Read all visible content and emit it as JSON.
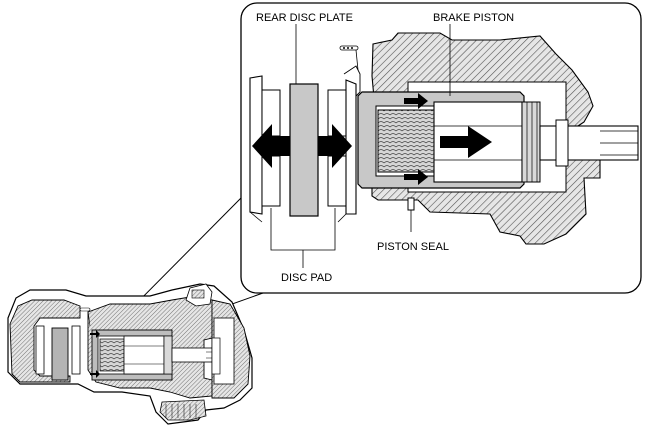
{
  "labels": {
    "rear_disc_plate": "REAR DISC PLATE",
    "brake_piston": "BRAKE PISTON",
    "piston_seal": "PISTON SEAL",
    "disc_pad": "DISC PAD"
  },
  "colors": {
    "line": "#000000",
    "fill_light": "#cfcfcf",
    "fill_mid": "#b4b4b4",
    "fill_dark": "#8a8a8a",
    "background": "#ffffff"
  }
}
